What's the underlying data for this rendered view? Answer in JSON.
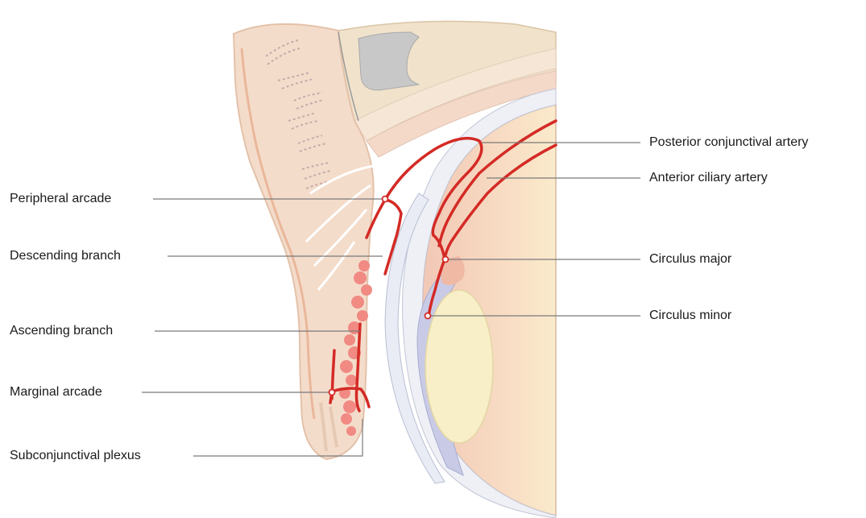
{
  "labels": {
    "peripheral_arcade": "Peripheral arcade",
    "descending_branch": "Descending branch",
    "ascending_branch": "Ascending branch",
    "marginal_arcade": "Marginal arcade",
    "subconjunctival_plexus": "Subconjunctival plexus",
    "posterior_conjunctival_artery": "Posterior conjunctival artery",
    "anterior_ciliary_artery": "Anterior ciliary artery",
    "circulus_major": "Circulus major",
    "circulus_minor": "Circulus minor"
  },
  "colors": {
    "artery": "#d42a25",
    "tissue": "#f4dccb",
    "bone": "#f1e2cb",
    "lens": "#f8efc8",
    "iris": "#c9cbe6",
    "line": "#7a7a7a"
  }
}
